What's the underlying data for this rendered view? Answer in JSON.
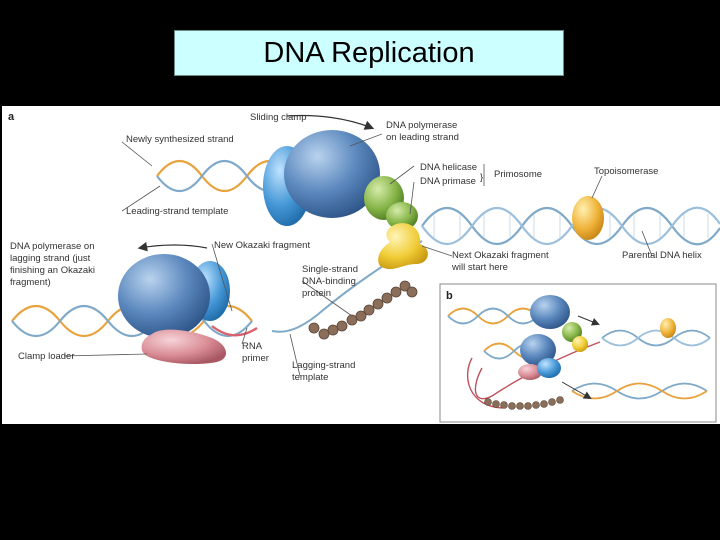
{
  "title": "DNA Replication",
  "panels": {
    "a": "a",
    "b": "b"
  },
  "labels": {
    "sliding_clamp": "Sliding clamp",
    "newly_synthesized": "Newly synthesized strand",
    "pol_leading_1": "DNA polymerase",
    "pol_leading_2": "on leading strand",
    "helicase": "DNA helicase",
    "primase": "DNA primase",
    "primosome": "Primosome",
    "topoisomerase": "Topoisomerase",
    "leading_template": "Leading-strand template",
    "pol_lagging_1": "DNA polymerase on",
    "pol_lagging_2": "lagging strand (just",
    "pol_lagging_3": "finishing an Okazaki",
    "pol_lagging_4": "fragment)",
    "new_okazaki": "New Okazaki fragment",
    "next_okazaki_1": "Next Okazaki fragment",
    "next_okazaki_2": "will start here",
    "parental_helix": "Parental DNA helix",
    "ssb_1": "Single-strand",
    "ssb_2": "DNA-binding",
    "ssb_3": "protein",
    "clamp_loader": "Clamp loader",
    "rna_1": "RNA",
    "rna_2": "primer",
    "lagging_template_1": "Lagging-strand",
    "lagging_template_2": "template"
  },
  "colors": {
    "title_bg": "#ccffff",
    "polymerase": "#4f7fb8",
    "clamp": "#4a9ad8",
    "helicase": "#8bb84a",
    "primase": "#f2cf3a",
    "topoisomerase": "#f0b93a",
    "clamp_loader": "#d98c95",
    "ssb": "#8a6e5a",
    "strand_orange": "#e8a23c",
    "strand_blue": "#7fa9c8"
  }
}
